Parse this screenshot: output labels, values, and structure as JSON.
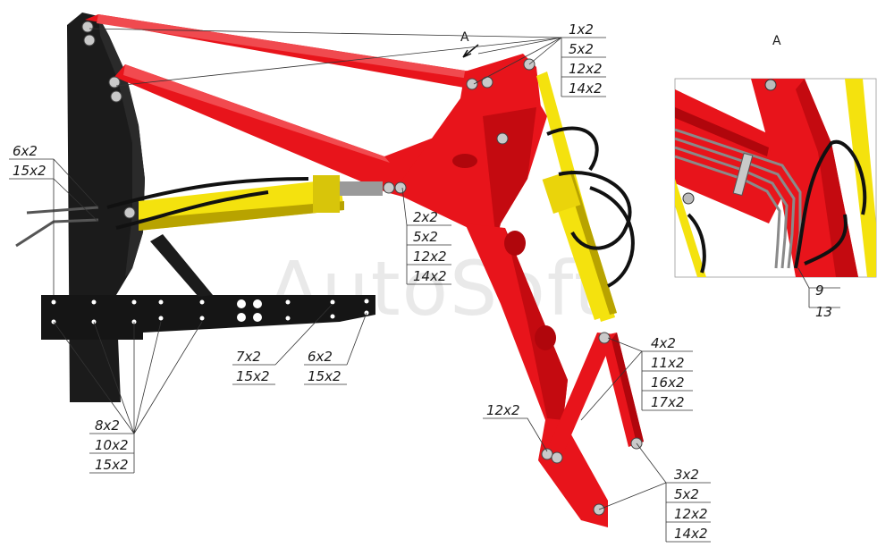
{
  "watermark": "AutoSoft",
  "view_letter": "A",
  "inset_title": "A",
  "callouts": {
    "top_right": [
      "1x2",
      "5x2",
      "12x2",
      "14x2"
    ],
    "left_hoses": [
      "6x2",
      "15x2"
    ],
    "mid_cylinder": [
      "2x2",
      "5x2",
      "12x2",
      "14x2"
    ],
    "plate_a": [
      "7x2",
      "15x2"
    ],
    "plate_b": [
      "6x2",
      "15x2"
    ],
    "bottom_left": [
      "8x2",
      "10x2",
      "15x2"
    ],
    "link_right": [
      "4x2",
      "11x2",
      "16x2",
      "17x2"
    ],
    "link_pin": [
      "12x2"
    ],
    "bottom_right": [
      "3x2",
      "5x2",
      "12x2",
      "14x2"
    ],
    "inset": [
      "9",
      "13"
    ]
  },
  "colors": {
    "frame": "#e8141b",
    "frame_dark": "#b0060c",
    "cylinder": "#f4e20e",
    "cylinder_dark": "#b8a300",
    "post": "#1b1b1b",
    "plate": "#151515"
  }
}
